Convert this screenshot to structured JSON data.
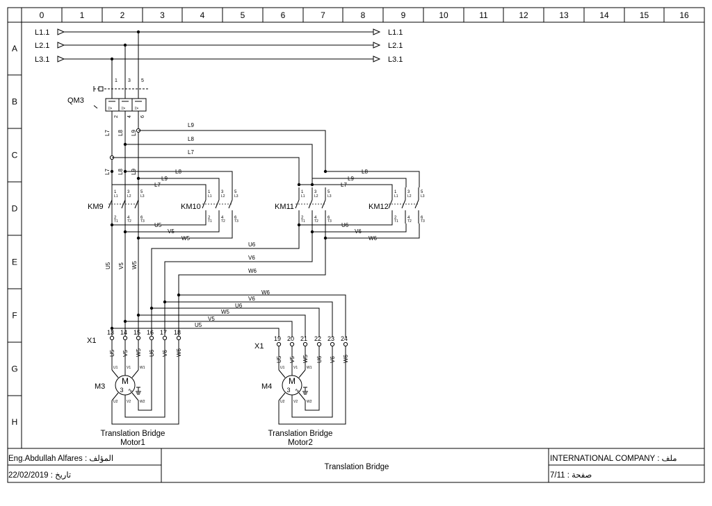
{
  "grid": {
    "columns": [
      "0",
      "1",
      "2",
      "3",
      "4",
      "5",
      "6",
      "7",
      "8",
      "9",
      "10",
      "11",
      "12",
      "13",
      "14",
      "15",
      "16"
    ],
    "rows": [
      "A",
      "B",
      "C",
      "D",
      "E",
      "F",
      "G",
      "H"
    ]
  },
  "supply": {
    "lines": [
      "L1.1",
      "L2.1",
      "L3.1"
    ]
  },
  "breaker": {
    "tag": "QM3",
    "top_terminals": [
      "1",
      "3",
      "5"
    ],
    "bottom_terminals": [
      "2",
      "4",
      "6"
    ],
    "trip_symbol": "I>"
  },
  "branch_labels": [
    "L7",
    "L8",
    "L9"
  ],
  "contactors": {
    "km9": "KM9",
    "km10": "KM10",
    "km11": "KM11",
    "km12": "KM12",
    "top_pins": [
      "1",
      "3",
      "5"
    ],
    "top_sub": [
      "L1",
      "L2",
      "L3"
    ],
    "bottom_pins": [
      "2",
      "4",
      "6"
    ],
    "bottom_sub": [
      "T1",
      "T2",
      "T3"
    ]
  },
  "wire_labels": {
    "u5": "U5",
    "v5": "V5",
    "w5": "W5",
    "u6": "U6",
    "v6": "V6",
    "w6": "W6"
  },
  "terminal_strip": {
    "tag": "X1",
    "motor1_terminals": [
      "13",
      "14",
      "15",
      "16",
      "17",
      "18"
    ],
    "motor2_terminals": [
      "19",
      "20",
      "21",
      "22",
      "23",
      "24"
    ],
    "conductors": [
      "U5",
      "V5",
      "W5",
      "U6",
      "V6",
      "W6"
    ]
  },
  "motors": {
    "m3": "M3",
    "m4": "M4",
    "symbol": "M",
    "phase": "3",
    "top_pins": [
      "U1",
      "V1",
      "W1"
    ],
    "bottom_pins": [
      "U2",
      "V2",
      "W2"
    ],
    "motor1_caption": [
      "Translation Bridge",
      "Motor1"
    ],
    "motor2_caption": [
      "Translation Bridge",
      "Motor2"
    ]
  },
  "title_block": {
    "author": "Eng.Abdullah Alfares : المؤلف",
    "date": "22/02/2019 : تاريخ",
    "title": "Translation Bridge",
    "company": "INTERNATIONAL COMPANY : ملف",
    "page": "7/11 : صفحة"
  }
}
